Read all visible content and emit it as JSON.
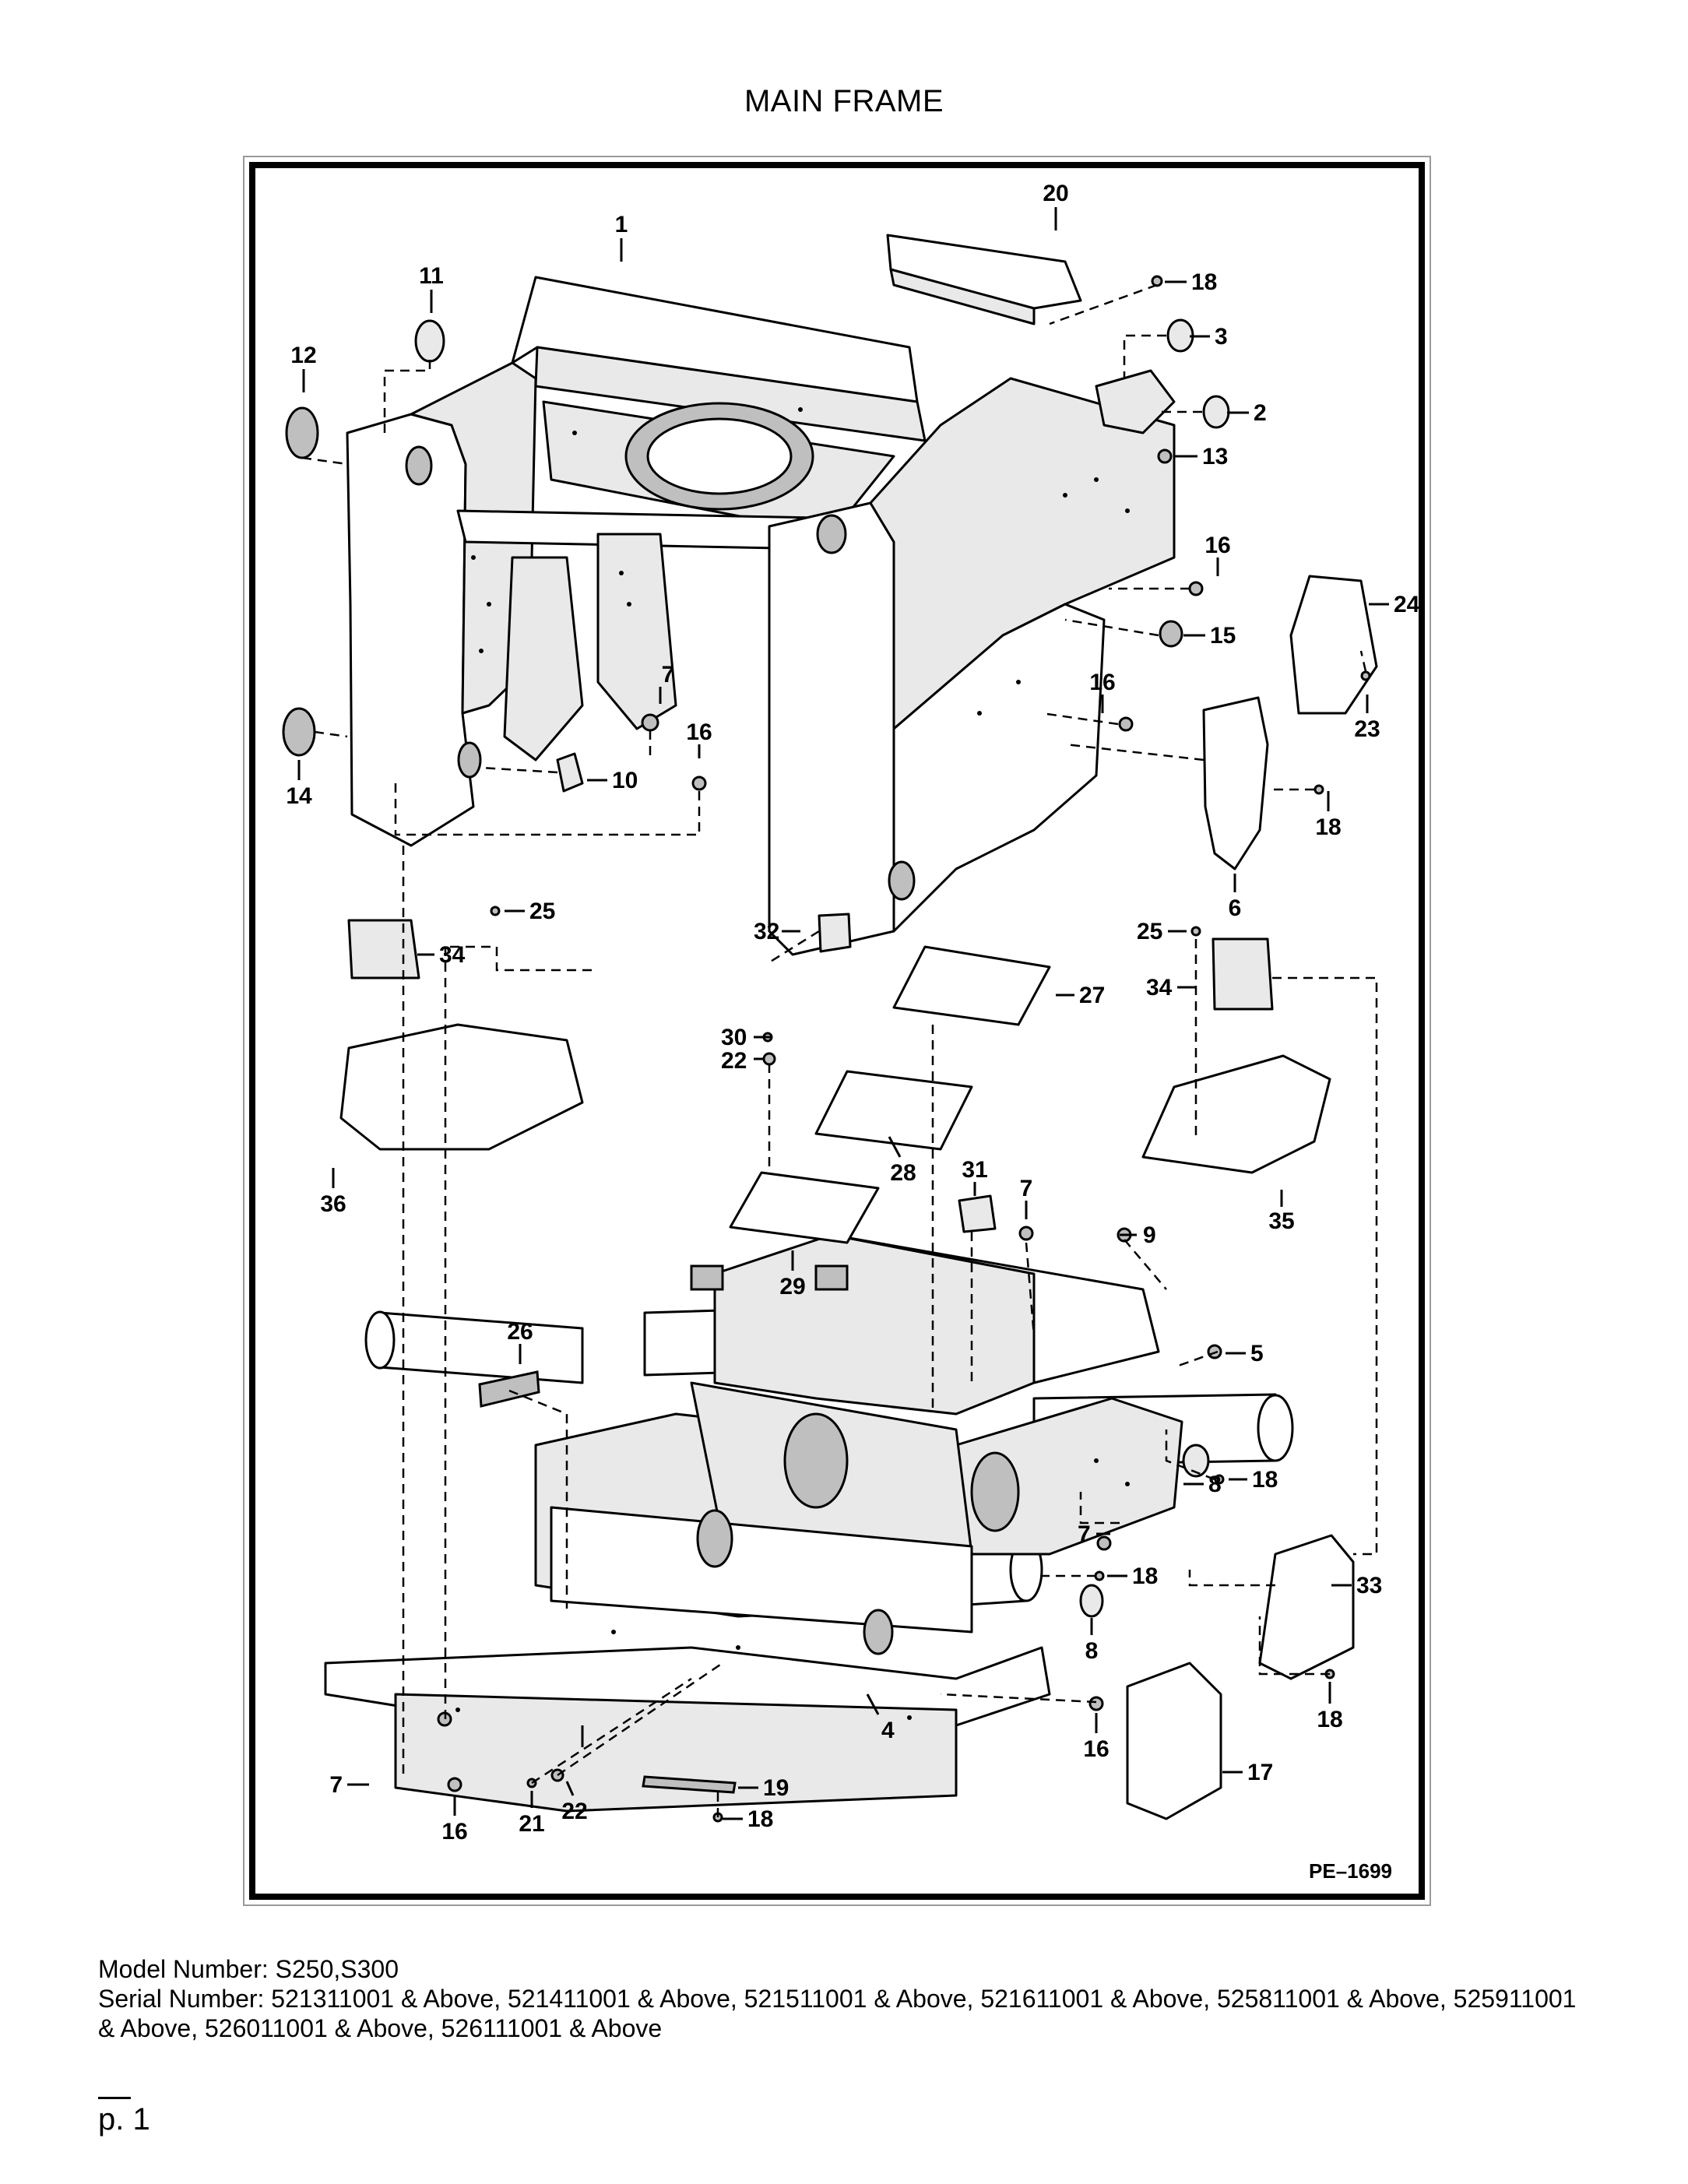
{
  "title": "MAIN FRAME",
  "drawing_code": "PE–1699",
  "callouts": {
    "c1": "1",
    "c2": "2",
    "c3": "3",
    "c4": "4",
    "c5": "5",
    "c6": "6",
    "c7a": "7",
    "c7b": "7",
    "c7c": "7",
    "c8a": "8",
    "c8b": "8",
    "c9": "9",
    "c10": "10",
    "c11": "11",
    "c12": "12",
    "c13": "13",
    "c14": "14",
    "c15": "15",
    "c16a": "16",
    "c16b": "16",
    "c16c": "16",
    "c16d": "16",
    "c16e": "16",
    "c17": "17",
    "c18a": "18",
    "c18b": "18",
    "c18c": "18",
    "c18d": "18",
    "c18e": "18",
    "c18f": "18",
    "c19": "19",
    "c20": "20",
    "c21": "21",
    "c22a": "22",
    "c22b": "22",
    "c23": "23",
    "c24": "24",
    "c25a": "25",
    "c25b": "25",
    "c26": "26",
    "c27": "27",
    "c28": "28",
    "c29": "29",
    "c30": "30",
    "c31": "31",
    "c32": "32",
    "c33": "33",
    "c34a": "34",
    "c34b": "34",
    "c35": "35",
    "c36": "36"
  },
  "footer": {
    "model_line": "Model Number: S250,S300",
    "serial_line": "Serial Number: 521311001 & Above, 521411001 & Above, 521511001 & Above, 521611001 & Above, 525811001 & Above, 525911001 & Above, 526011001 & Above, 526111001 & Above"
  },
  "page_label": "p. 1"
}
